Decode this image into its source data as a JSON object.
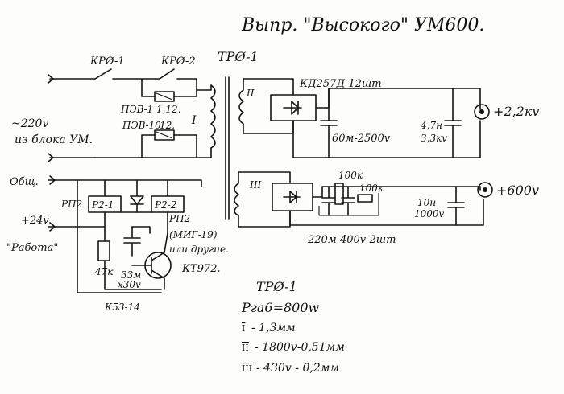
{
  "title": "Выпр. \"Высокого\" УМ600.",
  "labels": {
    "kr1": "КРØ-1",
    "kr2": "КРØ-2",
    "tr1": "ТРØ-1",
    "pev1": "ПЭВ-1 1,12.",
    "pev2": "ПЭВ-10",
    "fuse2": "12.",
    "mains_1": "~220v",
    "mains_2": "из блока УМ.",
    "wind1": "I",
    "wind2": "II",
    "wind3": "III",
    "diodes": "КД257Д-12шт",
    "cap_hv": "60м-2500v",
    "cap_hv2_1": "4,7н",
    "cap_hv2_2": "3,3кv",
    "out_hv": "+2,2кv",
    "out_lv": "+600v",
    "res100k_1": "100к",
    "res100k_2": "100к",
    "cap_lv_1": "10н",
    "cap_lv_2": "1000v",
    "cap_lv_main": "220м-400v-2шт",
    "common": "Общ.",
    "rp2_1": "РП2",
    "relay1": "Р2-1",
    "relay2": "Р2-2",
    "rp2_2": "РП2",
    "relay_type": "(МИГ-19)",
    "relay_alt": "или другие.",
    "plus24": "+24v",
    "work": "\"Работа\"",
    "r47k": "47к",
    "c33": "33м",
    "c33v": "х30v",
    "transistor": "КТ972.",
    "cap_type": "К53-14",
    "spec_title": "ТРØ-1",
    "spec_power": "Рга6=800w",
    "spec": [
      {
        "num": "I",
        "text": "- 1,3мм"
      },
      {
        "num": "II",
        "text": "- 1800v-0,51мм"
      },
      {
        "num": "III",
        "text": "- 430v - 0,2мм"
      }
    ]
  }
}
